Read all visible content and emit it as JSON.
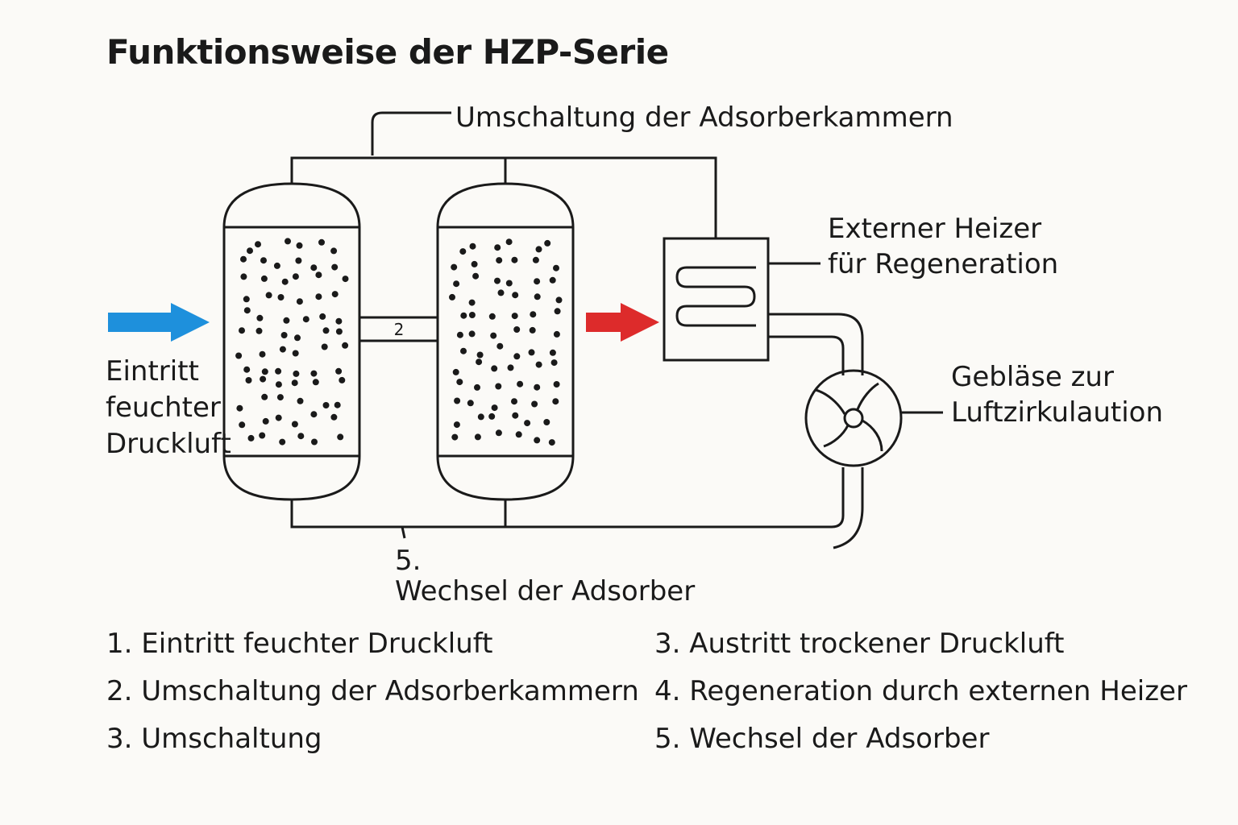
{
  "title": "Funktionsweise der HZP-Serie",
  "labels": {
    "switching": "Umschaltung der Adsorberkammern",
    "heater_line1": "Externer Heizer",
    "heater_line2": "für Regeneration",
    "fan_line1": "Gebläse zur",
    "fan_line2": "Luftzirkulaution",
    "inlet_line1": "Eintritt",
    "inlet_line2": "feuchter",
    "inlet_line3": "Druckluft",
    "pipe_number": "2",
    "change_number": "5.",
    "change_text": "Wechsel der Adsorber"
  },
  "legend": {
    "left": [
      "1. Eintritt feuchter Druckluft",
      "2. Umschaltung der Adsorberkammern",
      "3. Umschaltung"
    ],
    "right": [
      "3. Austritt trockener Druckluft",
      "4. Regeneration durch externen Heizer",
      "5. Wechsel der Adsorber"
    ]
  },
  "colors": {
    "inlet_arrow": "#1e90dc",
    "outlet_arrow": "#dd2b2b",
    "line": "#1a1a1a",
    "background": "#fbfaf7"
  },
  "icons": {
    "inlet_arrow": "arrow-right-icon",
    "outlet_arrow": "arrow-right-icon",
    "heater": "heating-coil-icon",
    "fan": "fan-icon"
  }
}
